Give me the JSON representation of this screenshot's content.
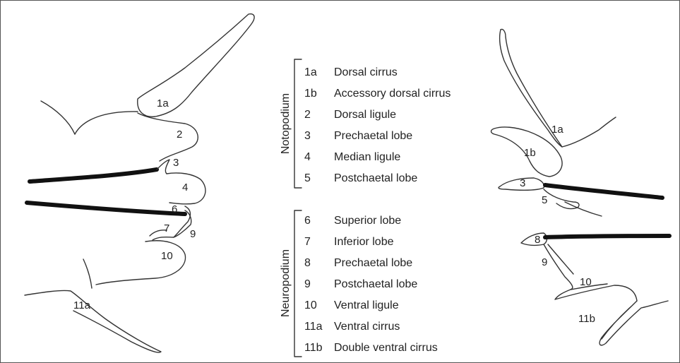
{
  "left_labels": [
    "1a",
    "2",
    "3",
    "4",
    "6",
    "7",
    "9",
    "10",
    "11a"
  ],
  "right_labels": [
    "1a",
    "1b",
    "3",
    "5",
    "8",
    "9",
    "10",
    "11b"
  ],
  "groups": {
    "notopodium": "Notopodium",
    "neuropodium": "Neuropodium"
  },
  "notopodium": [
    {
      "code": "1a",
      "name": "Dorsal cirrus"
    },
    {
      "code": "1b",
      "name": "Accessory dorsal cirrus"
    },
    {
      "code": "2",
      "name": "Dorsal ligule"
    },
    {
      "code": "3",
      "name": "Prechaetal lobe"
    },
    {
      "code": "4",
      "name": "Median ligule"
    },
    {
      "code": "5",
      "name": "Postchaetal lobe"
    }
  ],
  "neuropodium": [
    {
      "code": "6",
      "name": "Superior lobe"
    },
    {
      "code": "7",
      "name": "Inferior lobe"
    },
    {
      "code": "8",
      "name": "Prechaetal lobe"
    },
    {
      "code": "9",
      "name": "Postchaetal lobe"
    },
    {
      "code": "10",
      "name": "Ventral ligule"
    },
    {
      "code": "11a",
      "name": "Ventral cirrus"
    },
    {
      "code": "11b",
      "name": "Double ventral cirrus"
    }
  ]
}
